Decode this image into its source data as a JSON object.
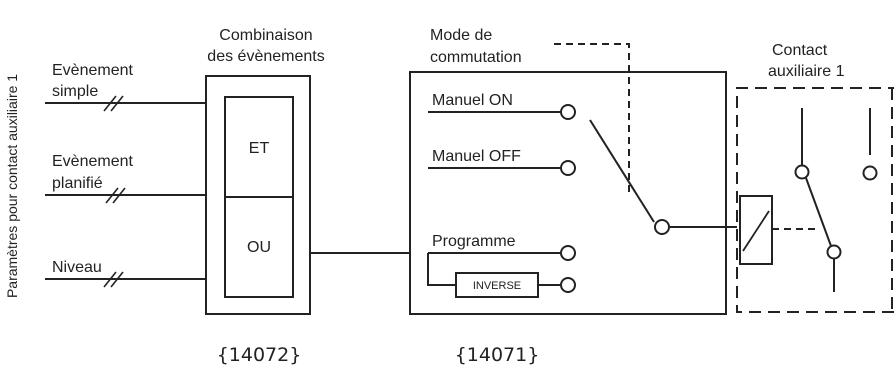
{
  "side_title": "Paramètres pour contact auxiliaire 1",
  "inputs": {
    "event_simple": [
      "Evènement",
      "simple"
    ],
    "event_planned": [
      "Evènement",
      "planifié"
    ],
    "level": "Niveau"
  },
  "combination": {
    "title": [
      "Combinaison",
      "des évènements"
    ],
    "and_label": "ET",
    "or_label": "OU",
    "ref": "{14072}"
  },
  "mode": {
    "title": [
      "Mode de",
      "commutation"
    ],
    "manual_on": "Manuel ON",
    "manual_off": "Manuel OFF",
    "program": "Programme",
    "inverse": "INVERSE",
    "ref": "{14071}"
  },
  "contact": {
    "title": [
      "Contact",
      "auxiliaire 1"
    ]
  },
  "colors": {
    "line": "#222222",
    "box_fill": "#ffffff"
  }
}
